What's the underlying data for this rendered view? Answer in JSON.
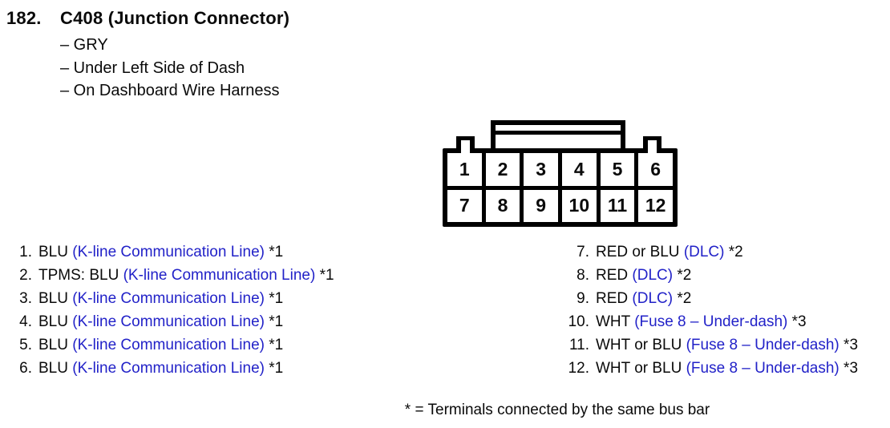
{
  "header": {
    "item_number": "182.",
    "title": "C408 (Junction Connector)",
    "details": [
      "– GRY",
      "– Under Left Side of Dash",
      "– On Dashboard Wire Harness"
    ]
  },
  "connector": {
    "top_row": [
      "1",
      "2",
      "3",
      "4",
      "5",
      "6"
    ],
    "bottom_row": [
      "7",
      "8",
      "9",
      "10",
      "11",
      "12"
    ]
  },
  "pins_left": [
    {
      "num": "1.",
      "pre": "BLU ",
      "blue": "(K-line Communication Line)",
      "post": " *1"
    },
    {
      "num": "2.",
      "pre": "TPMS: BLU ",
      "blue": "(K-line Communication Line)",
      "post": " *1"
    },
    {
      "num": "3.",
      "pre": "BLU ",
      "blue": "(K-line Communication Line)",
      "post": " *1"
    },
    {
      "num": "4.",
      "pre": "BLU ",
      "blue": "(K-line Communication Line)",
      "post": " *1"
    },
    {
      "num": "5.",
      "pre": "BLU ",
      "blue": "(K-line Communication Line)",
      "post": " *1"
    },
    {
      "num": "6.",
      "pre": "BLU ",
      "blue": "(K-line Communication Line)",
      "post": " *1"
    }
  ],
  "pins_right": [
    {
      "num": "7.",
      "pre": "RED or BLU ",
      "blue": "(DLC)",
      "post": " *2"
    },
    {
      "num": "8.",
      "pre": "RED ",
      "blue": "(DLC)",
      "post": " *2"
    },
    {
      "num": "9.",
      "pre": "RED ",
      "blue": "(DLC)",
      "post": " *2"
    },
    {
      "num": "10.",
      "pre": "WHT ",
      "blue": "(Fuse 8 – Under-dash)",
      "post": " *3"
    },
    {
      "num": "11.",
      "pre": "WHT or BLU ",
      "blue": "(Fuse 8 – Under-dash)",
      "post": " *3"
    },
    {
      "num": "12.",
      "pre": "WHT or BLU ",
      "blue": "(Fuse 8 – Under-dash)",
      "post": " *3"
    }
  ],
  "footnote": "* = Terminals connected by the same bus bar",
  "colors": {
    "link_blue": "#2222c8",
    "text_black": "#0a0a0a",
    "diagram_black": "#000000"
  }
}
